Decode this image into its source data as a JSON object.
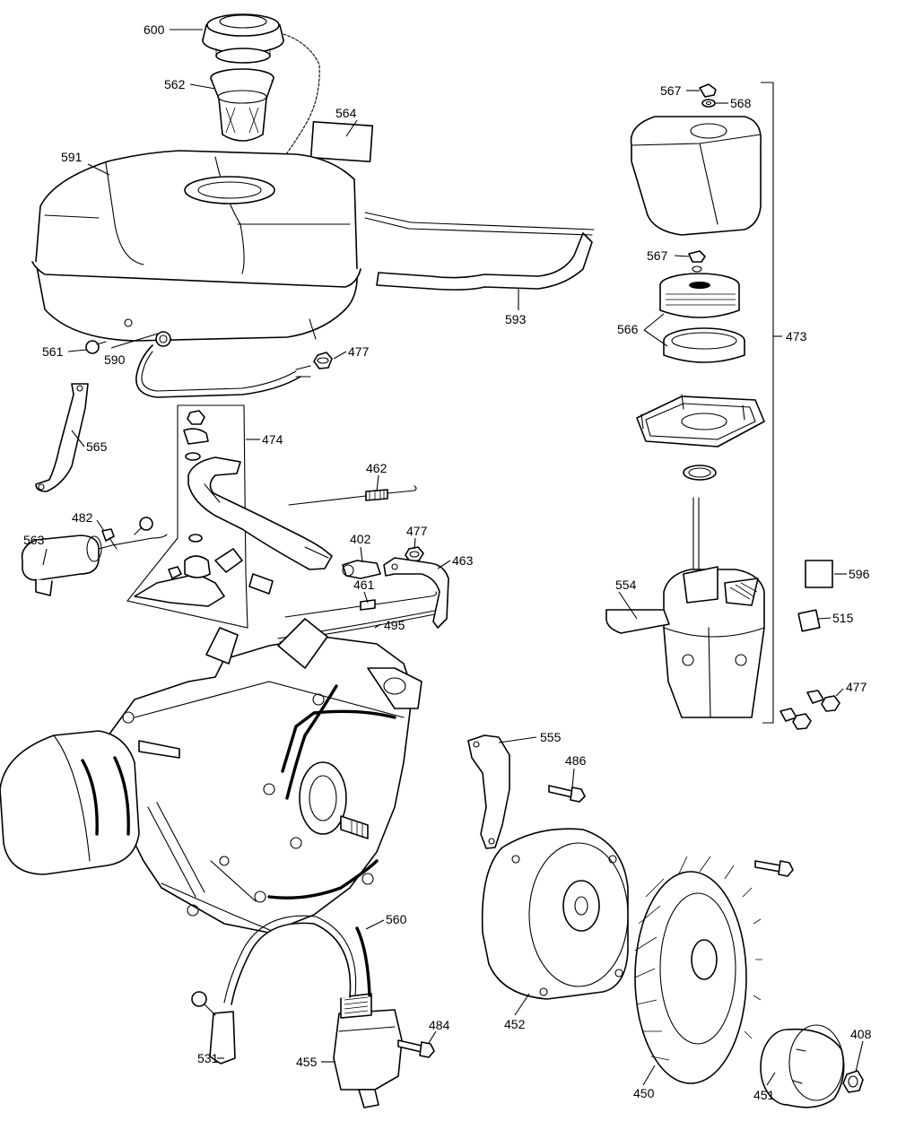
{
  "callouts": {
    "c600": "600",
    "c562": "562",
    "c564": "564",
    "c591": "591",
    "c593": "593",
    "c561": "561",
    "c590": "590",
    "c477a": "477",
    "c565": "565",
    "c474": "474",
    "c462": "462",
    "c482": "482",
    "c563": "563",
    "c402": "402",
    "c477b": "477",
    "c463": "463",
    "c461": "461",
    "c495": "495",
    "c567a": "567",
    "c568": "568",
    "c567b": "567",
    "c566": "566",
    "c473": "473",
    "c596": "596",
    "c554": "554",
    "c515": "515",
    "c477c": "477",
    "c555": "555",
    "c486": "486",
    "c560": "560",
    "c452": "452",
    "c484": "484",
    "c531": "531",
    "c455": "455",
    "c450": "450",
    "c451": "451",
    "c408": "408"
  }
}
